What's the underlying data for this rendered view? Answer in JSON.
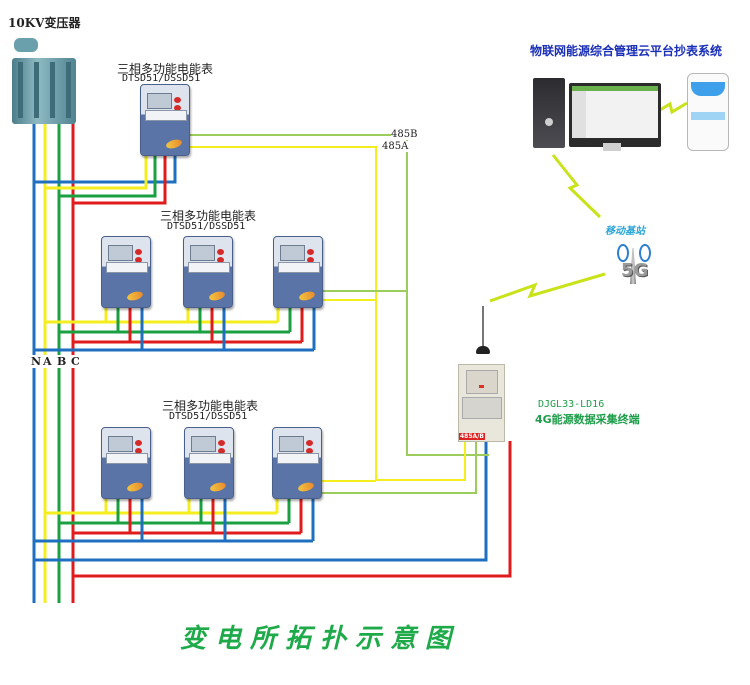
{
  "diagram": {
    "title": "变电所拓扑示意图",
    "transformer": {
      "label": "10KV变压器",
      "icon": "transformer-icon"
    },
    "phase_labels": [
      "N",
      "A",
      "B",
      "C"
    ],
    "phase_colors": {
      "N": "#1e6fc0",
      "A": "#f5ee1e",
      "B": "#1aa040",
      "C": "#e01b1b"
    },
    "bus_colors": {
      "485A": "#f5ee1e",
      "485B": "#9ccc5c"
    },
    "bus_labels": {
      "485B": "485B",
      "485A": "485A"
    },
    "meter_groups": [
      {
        "title": "三相多功能电能表",
        "model": "DTSD51/DSSD51",
        "count": 1
      },
      {
        "title": "三相多功能电能表",
        "model": "DTSD51/DSSD51",
        "count": 3
      },
      {
        "title": "三相多功能电能表",
        "model": "DTSD51/DSSD51",
        "count": 3
      }
    ],
    "collector": {
      "model": "DJGL33-LD16",
      "name": "4G能源数据采集终端",
      "terminal_label": "485A/B"
    },
    "base_station": {
      "label": "移动基站",
      "tech": "5G"
    },
    "cloud": {
      "label": "物联网能源综合管理云平台抄表系统",
      "devices": [
        "server-icon",
        "monitor-icon",
        "smartphone-icon"
      ]
    }
  }
}
